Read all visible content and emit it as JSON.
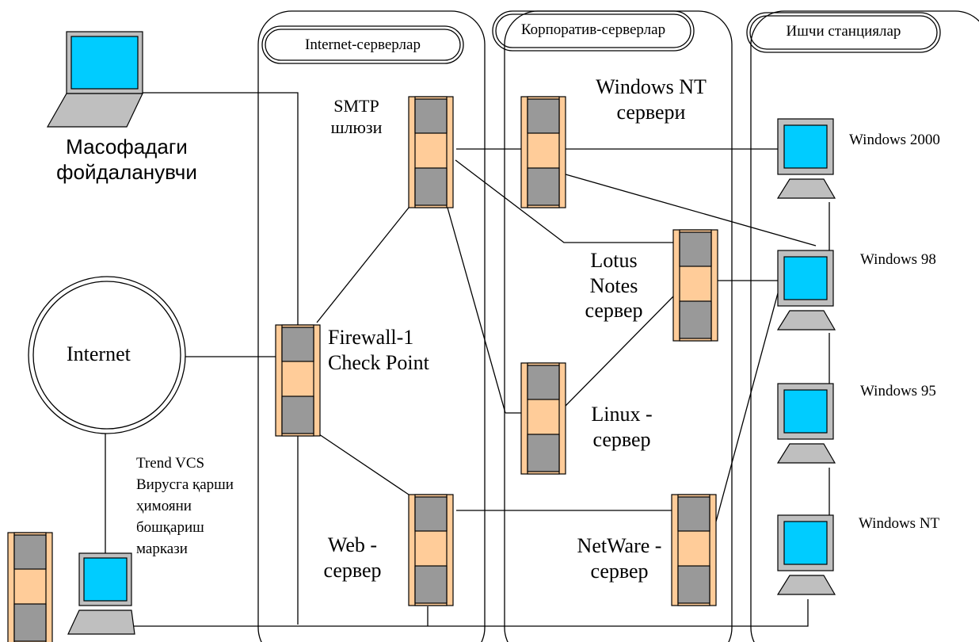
{
  "zones": {
    "internet_servers": "Internet-серверлар",
    "corporate_servers": "Корпоратив-серверлар",
    "workstations": "Ишчи станциялар"
  },
  "nodes": {
    "remote_user": "Масофадаги фойдаланувчи",
    "internet": "Internet",
    "firewall": "Firewall-1 Check Point",
    "smtp": "SMTP шлюзи",
    "web": "Web - сервер",
    "winnt_server": "Windows NT сервери",
    "lotus": "Lotus Notes сервер",
    "linux": "Linux - сервер",
    "netware": "NetWare - сервер",
    "trend": "Trend VCS Вирусга қарши ҳимояни бошқариш маркази"
  },
  "workstations": {
    "win2000": "Windows 2000",
    "win98": "Windows 98",
    "win95": "Windows 95",
    "winnt": "Windows NT"
  },
  "colors": {
    "server_body": "#FFCC99",
    "server_block": "#999999",
    "screen": "#00CCFF",
    "monitor_frame": "#BFBFBF"
  }
}
